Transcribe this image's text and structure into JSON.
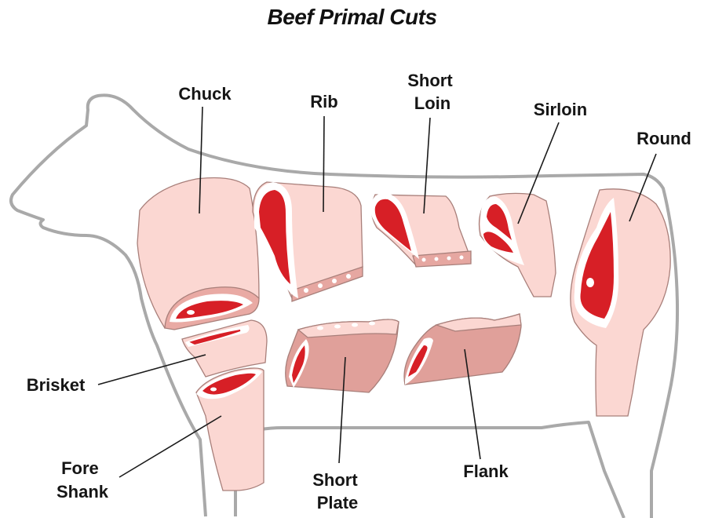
{
  "title": "Beef Primal Cuts",
  "colors": {
    "outline": "#a9a9a9",
    "meat_light": "#fbd7d2",
    "meat_dark": "#e0a09a",
    "lean_red": "#d71f26",
    "fat": "#ffffff"
  },
  "cuts": [
    {
      "id": "chuck",
      "label_lines": [
        "Chuck"
      ]
    },
    {
      "id": "rib",
      "label_lines": [
        "Rib"
      ]
    },
    {
      "id": "short-loin",
      "label_lines": [
        "Short",
        "Loin"
      ]
    },
    {
      "id": "sirloin",
      "label_lines": [
        "Sirloin"
      ]
    },
    {
      "id": "round",
      "label_lines": [
        "Round"
      ]
    },
    {
      "id": "brisket",
      "label_lines": [
        "Brisket"
      ]
    },
    {
      "id": "fore-shank",
      "label_lines": [
        "Fore",
        "Shank"
      ]
    },
    {
      "id": "short-plate",
      "label_lines": [
        "Short",
        "Plate"
      ]
    },
    {
      "id": "flank",
      "label_lines": [
        "Flank"
      ]
    }
  ]
}
